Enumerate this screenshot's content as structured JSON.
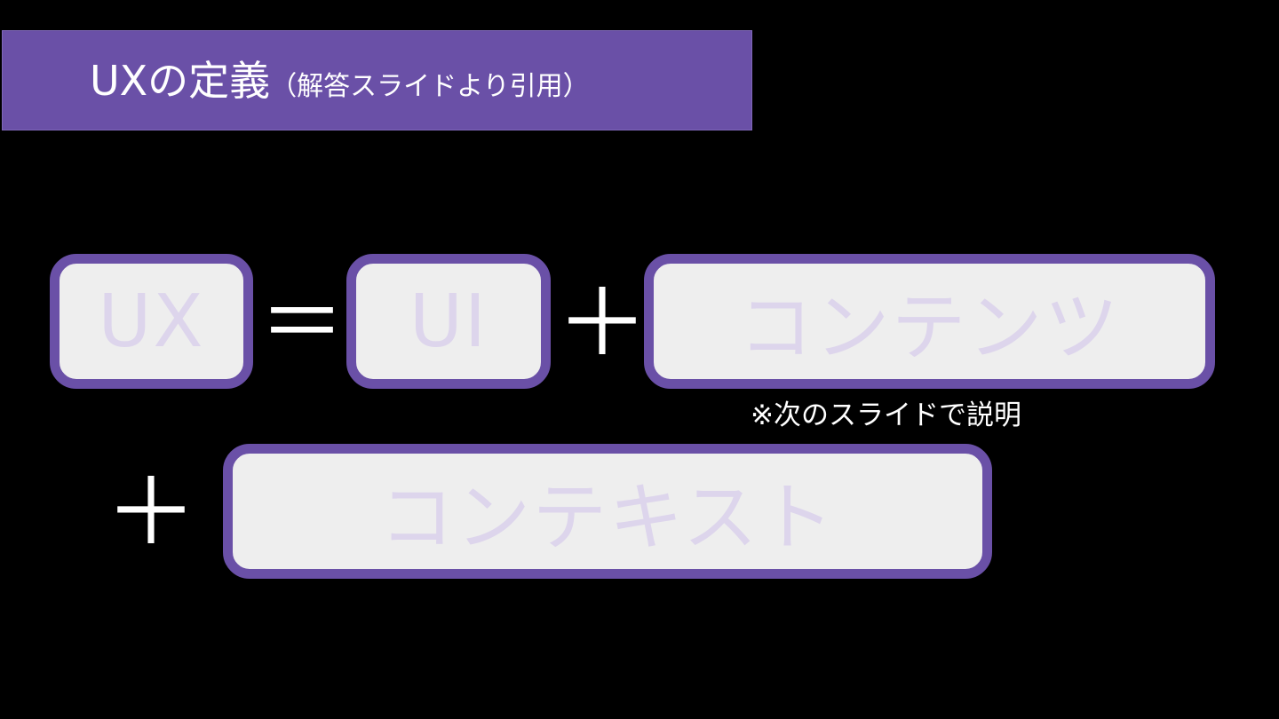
{
  "title": {
    "main": "UXの定義",
    "sub": "（解答スライドより引用）"
  },
  "formula": {
    "term_ux": "UX",
    "equals": "＝",
    "term_ui": "UI",
    "plus_1": "＋",
    "term_content": "コンテンツ",
    "note": "※次のスライドで説明",
    "plus_2": "＋",
    "term_context": "コンテキスト"
  },
  "colors": {
    "background": "#000000",
    "accent": "#6a50a7",
    "box_fill": "#eeeeee",
    "box_text": "#ddd5ec",
    "text": "#ffffff"
  }
}
